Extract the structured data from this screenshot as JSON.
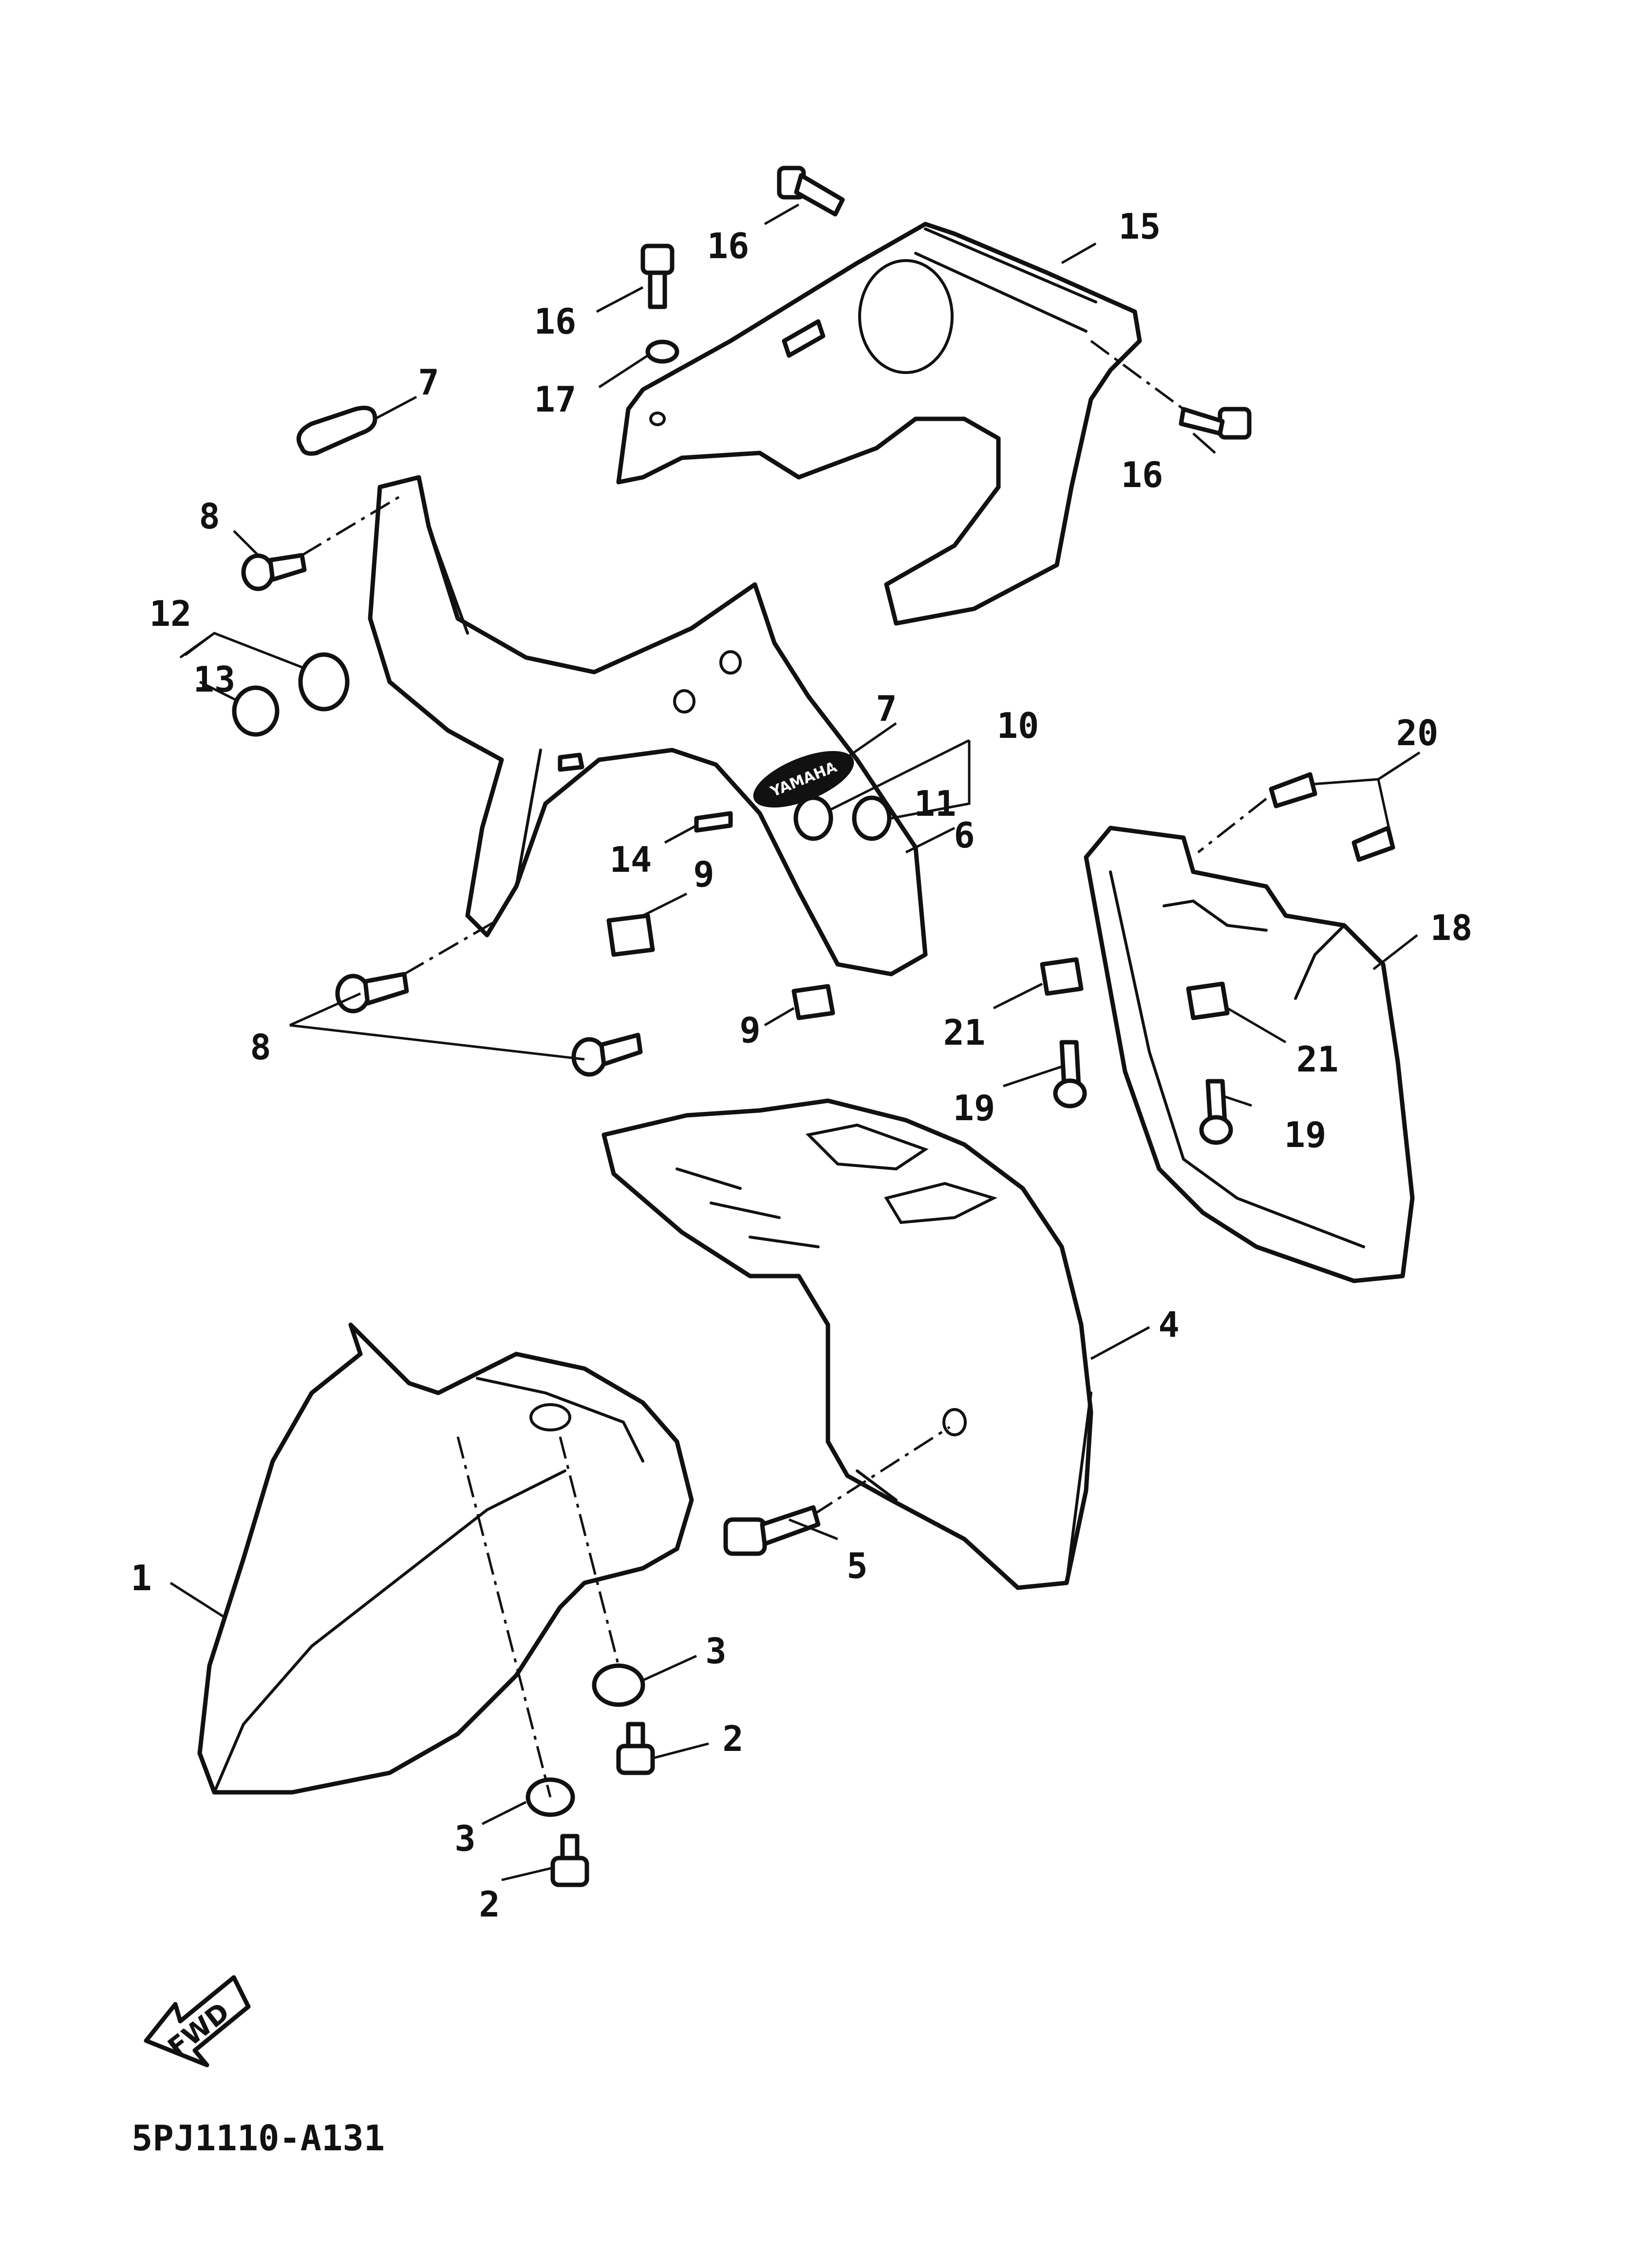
{
  "labels": {
    "p1": "1",
    "p2a": "2",
    "p2b": "2",
    "p3a": "3",
    "p3b": "3",
    "p4": "4",
    "p5": "5",
    "p6": "6",
    "p7a": "7",
    "p7b": "7",
    "p8a": "8",
    "p8b": "8",
    "p9a": "9",
    "p9b": "9",
    "p10": "10",
    "p11": "11",
    "p12": "12",
    "p13": "13",
    "p14": "14",
    "p15": "15",
    "p16a": "16",
    "p16b": "16",
    "p16c": "16",
    "p17": "17",
    "p18": "18",
    "p19a": "19",
    "p19b": "19",
    "p20": "20",
    "p21a": "21",
    "p21b": "21"
  },
  "fwd_arrow_label": "FWD",
  "emblem_text": "YAMAHA",
  "diagram_code": "5PJ1110-A131"
}
